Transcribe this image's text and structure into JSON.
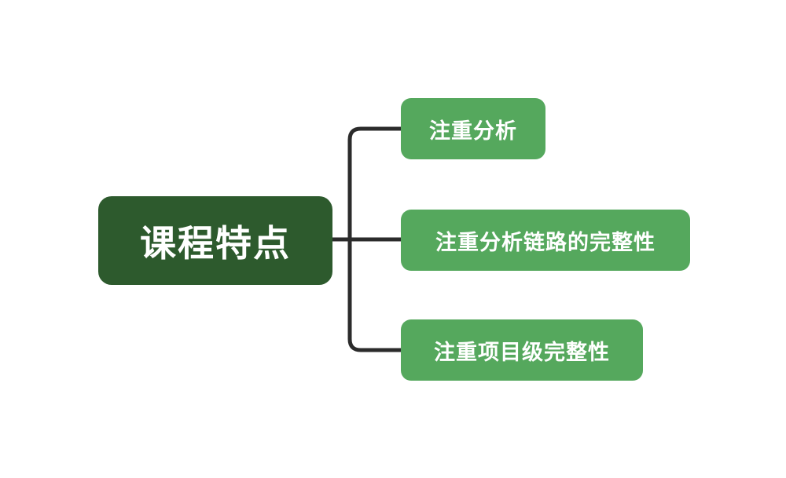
{
  "diagram": {
    "type": "mind-map",
    "background_color": "#ffffff",
    "orientation": "left-to-right",
    "root": {
      "label": "课程特点",
      "fill_color": "#2d5a2d",
      "text_color": "#ffffff"
    },
    "branch": {
      "line_color": "#2b2b2b",
      "line_width": 5
    },
    "children": [
      {
        "label": "注重分析",
        "fill_color": "#55a85d",
        "text_color": "#ffffff"
      },
      {
        "label": "注重分析链路的完整性",
        "fill_color": "#55a85d",
        "text_color": "#ffffff"
      },
      {
        "label": "注重项目级完整性",
        "fill_color": "#55a85d",
        "text_color": "#ffffff"
      }
    ]
  }
}
